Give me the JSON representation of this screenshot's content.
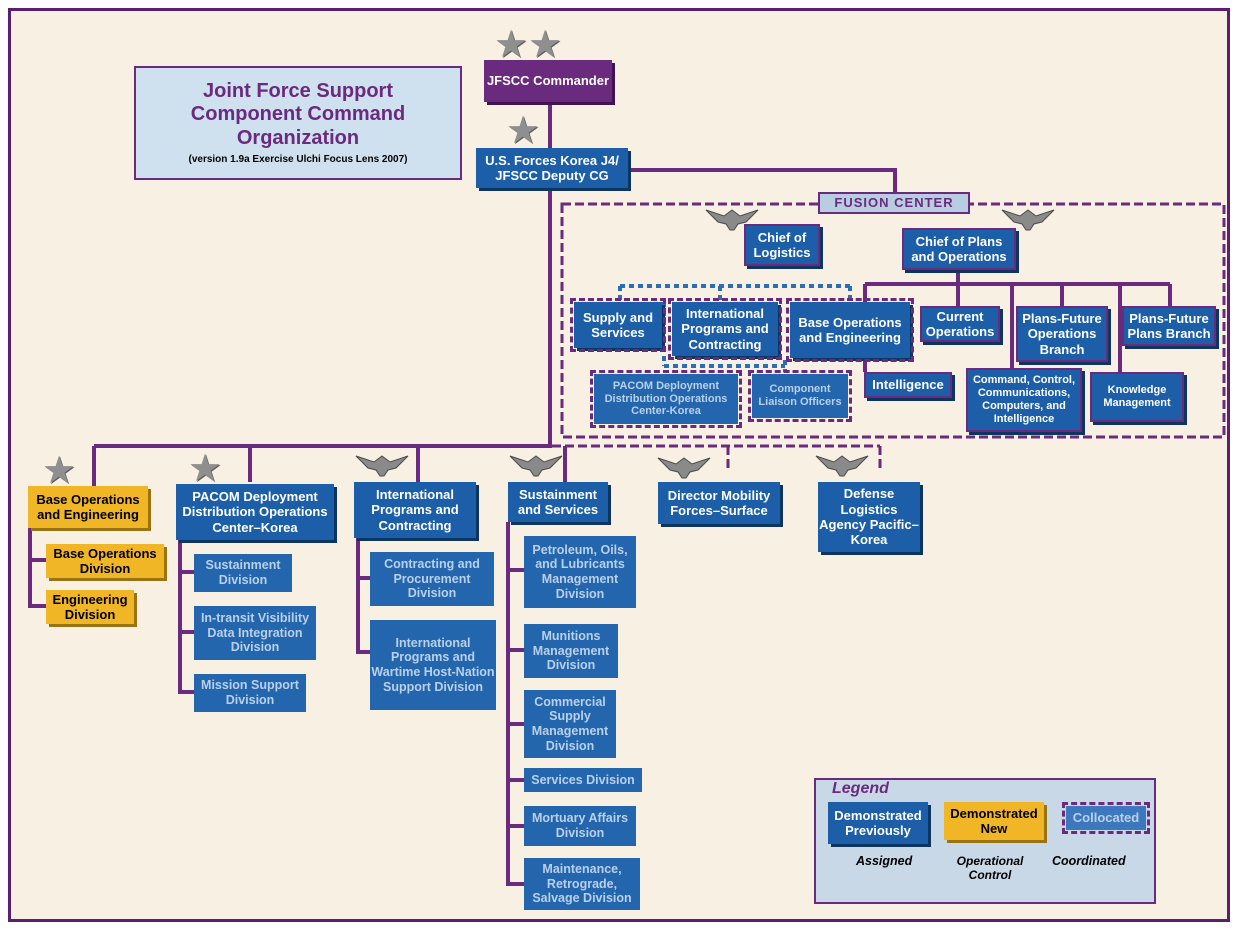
{
  "title": {
    "line1": "Joint Force Support",
    "line2": "Component Command",
    "line3": "Organization",
    "version": "(version 1.9a Exercise Ulchi Focus Lens 2007)"
  },
  "top": {
    "commander": "JFSCC Commander",
    "deputy": "U.S. Forces Korea J4/ JFSCC Deputy CG"
  },
  "fusion": {
    "label": "FUSION CENTER",
    "chief_logistics": "Chief of Logistics",
    "chief_plans": "Chief of Plans and Operations",
    "supply": "Supply and Services",
    "intl": "International Programs and Contracting",
    "baseops": "Base Operations and Engineering",
    "pacom": "PACOM Deployment Distribution Operations Center-Korea",
    "liaison": "Component Liaison Officers",
    "current_ops": "Current Operations",
    "plans_future_ops": "Plans-Future Operations Branch",
    "plans_future_plans": "Plans-Future Plans Branch",
    "intelligence": "Intelligence",
    "c4i": "Command, Control, Communications, Computers, and Intelligence",
    "knowledge": "Knowledge Management"
  },
  "columns": {
    "base_ops": {
      "head": "Base Operations and Engineering",
      "items": [
        "Base Operations Division",
        "Engineering Division"
      ]
    },
    "pacom": {
      "head": "PACOM Deployment Distribution Operations Center–Korea",
      "items": [
        "Sustainment Division",
        "In-transit Visibility Data Integration Division",
        "Mission Support Division"
      ]
    },
    "intl": {
      "head": "International Programs and Contracting",
      "items": [
        "Contracting and Procurement Division",
        "International Programs and Wartime Host-Nation Support Division"
      ]
    },
    "sustain": {
      "head": "Sustainment and Services",
      "items": [
        "Petroleum, Oils, and Lubricants Management Division",
        "Munitions Management Division",
        "Commercial Supply Management Division",
        "Services Division",
        "Mortuary Affairs Division",
        "Maintenance, Retrograde, Salvage Division"
      ]
    },
    "dmf": {
      "head": "Director Mobility Forces–Surface"
    },
    "dla": {
      "head": "Defense Logistics Agency Pacific–Korea"
    }
  },
  "legend": {
    "title": "Legend",
    "prev": "Demonstrated Previously",
    "new": "Demonstrated New",
    "coll": "Collocated",
    "assigned": "Assigned",
    "opcon": "Operational Control",
    "coord": "Coordinated"
  },
  "colors": {
    "blue": "#1c5fa8",
    "gold": "#f0b626",
    "purple": "#6a2a7e",
    "background": "#f8f0e2",
    "title_box": "#cfe0ee"
  },
  "icons": [
    "general-star-icon",
    "colonel-eagle-icon"
  ]
}
